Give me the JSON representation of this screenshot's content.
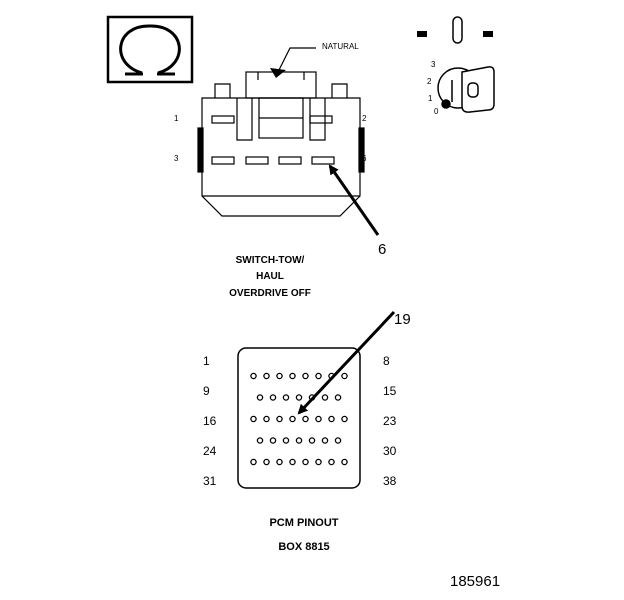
{
  "connector": {
    "natural_label": "NATURAL",
    "pin_labels": [
      "1",
      "2",
      "3",
      "6"
    ],
    "callout": "6"
  },
  "switch_title": [
    "SWITCH-TOW/",
    "HAUL",
    "OVERDRIVE OFF"
  ],
  "key_positions": [
    "3",
    "2",
    "1",
    "0"
  ],
  "pcm": {
    "left_pins": [
      "1",
      "9",
      "16",
      "24",
      "31"
    ],
    "right_pins": [
      "8",
      "15",
      "23",
      "30",
      "38"
    ],
    "row_counts": [
      8,
      7,
      8,
      7,
      8
    ],
    "callout": "19",
    "title": "PCM PINOUT",
    "subtitle": "BOX 8815"
  },
  "figure_number": "185961"
}
